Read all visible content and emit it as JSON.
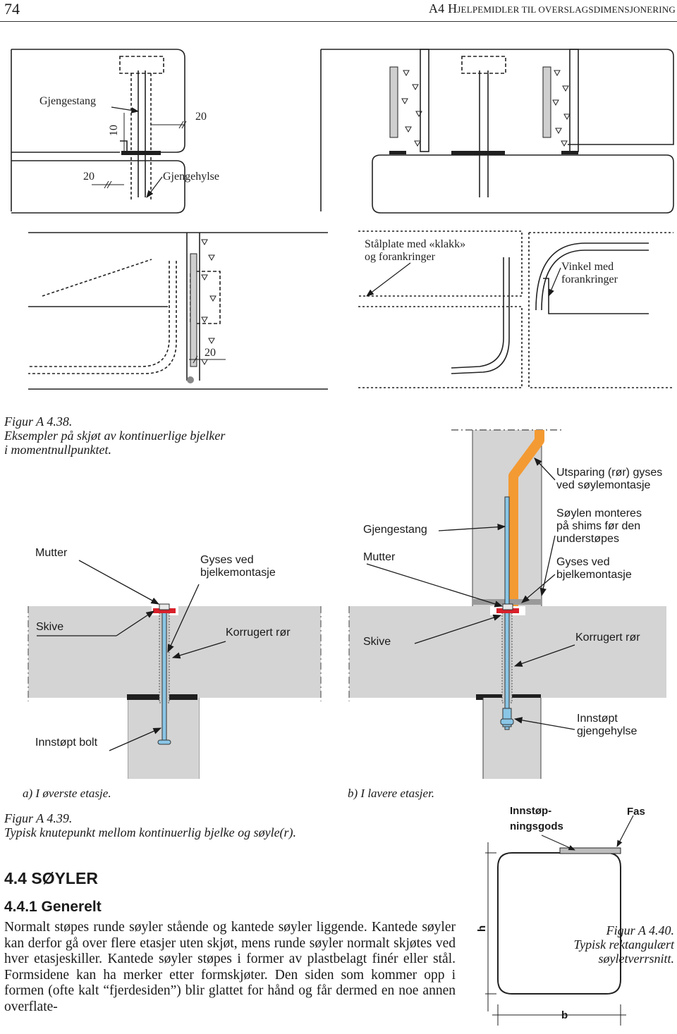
{
  "header": {
    "page_number": "74",
    "title_prefix": "A4 H",
    "title_rest": "JELPEMIDLER TIL OVERSLAGSDIMENSJONERING"
  },
  "fig438": {
    "labels": {
      "gjengestang": "Gjengestang",
      "gjengehylse": "Gjengehylse",
      "dim_20_top": "20",
      "dim_10": "10",
      "dim_20_left": "20",
      "dim_20_bottom": "20",
      "stalplate_line1": "Stålplate med «klakk»",
      "stalplate_line2": "og forankringer",
      "vinkel_line1": "Vinkel med",
      "vinkel_line2": "forankringer"
    },
    "caption": {
      "number": "Figur A 4.38.",
      "line1": "Eksempler på skjøt av kontinuerlige bjelker",
      "line2": "i momentnullpunktet."
    }
  },
  "fig439": {
    "labels": {
      "mutter_a": "Mutter",
      "gyses_a_line1": "Gyses ved",
      "gyses_a_line2": "bjelkemontasje",
      "skive_a": "Skive",
      "korrugert_a": "Korrugert rør",
      "innstopt_bolt": "Innstøpt bolt",
      "gjengestang_b": "Gjengestang",
      "mutter_b": "Mutter",
      "utsparing_line1": "Utsparing (rør) gyses",
      "utsparing_line2": "ved søylemontasje",
      "soylen_line1": "Søylen monteres",
      "soylen_line2": "på shims før den",
      "soylen_line3": "understøpes",
      "gyses_b_line1": "Gyses ved",
      "gyses_b_line2": "bjelkemontasje",
      "skive_b": "Skive",
      "korrugert_b": "Korrugert rør",
      "innstopt_line1": "Innstøpt",
      "innstopt_line2": "gjengehylse"
    },
    "sub_a": "a) I øverste etasje.",
    "sub_b": "b) I lavere etasjer.",
    "caption": {
      "number": "Figur A 4.39.",
      "line1": "Typisk knutepunkt mellom kontinuerlig bjelke og søyle(r)."
    },
    "colors": {
      "tube": "#f39a33",
      "washer": "#d8202a",
      "bolt": "#8ac6e6",
      "concrete": "#d4d4d4"
    }
  },
  "fig440": {
    "labels": {
      "innstop_line1": "Innstøp-",
      "innstop_line2": "ningsgods",
      "fas": "Fas",
      "h": "h",
      "b": "b"
    },
    "caption": {
      "number": "Figur A 4.40.",
      "line1": "Typisk rektangulært",
      "line2": "søyletverrsnitt."
    }
  },
  "section": {
    "heading": "4.4 SØYLER",
    "subheading": "4.4.1 Generelt",
    "paragraph": "Normalt støpes runde søyler stående og kantede søyler liggende. Kantede søyler kan derfor gå over flere etasjer uten skjøt, mens runde søyler normalt skjøtes ved hver etasjeskiller. Kantede søyler støpes i former av plastbelagt finér eller stål. Formsidene kan ha merker etter formskjøter. Den siden som kommer opp i formen (ofte kalt “fjerdesiden”) blir glattet for hånd og får dermed en noe annen overflate-"
  }
}
